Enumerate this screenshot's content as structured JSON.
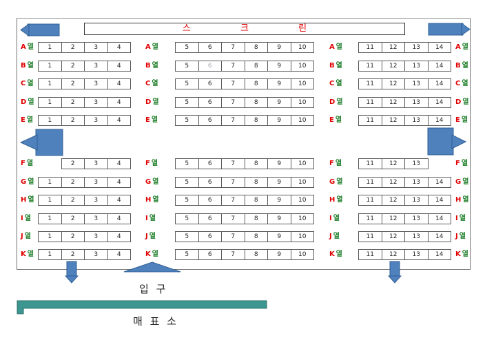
{
  "screen_label": "스 크 린",
  "row_suffix": "열",
  "entry_label": "입 구",
  "ticket_label": "매 표 소",
  "colors": {
    "row_letter": "#e00000",
    "row_suffix": "#1f7f2a",
    "arrow_fill": "#4f81bd",
    "arrow_stroke": "#2f5f96",
    "ticket_bar": "#3d9690"
  },
  "rows": [
    {
      "letter": "A",
      "left": [
        "1",
        "2",
        "3",
        "4"
      ],
      "center": [
        "5",
        "6",
        "7",
        "8",
        "9",
        "10"
      ],
      "right": [
        "11",
        "12",
        "13",
        "14"
      ]
    },
    {
      "letter": "B",
      "left": [
        "1",
        "2",
        "3",
        "4"
      ],
      "center": [
        "5",
        "6",
        "7",
        "8",
        "9",
        "10"
      ],
      "right": [
        "11",
        "12",
        "13",
        "14"
      ],
      "dim_seats": [
        "6"
      ]
    },
    {
      "letter": "C",
      "left": [
        "1",
        "2",
        "3",
        "4"
      ],
      "center": [
        "5",
        "6",
        "7",
        "8",
        "9",
        "10"
      ],
      "right": [
        "11",
        "12",
        "13",
        "14"
      ]
    },
    {
      "letter": "D",
      "left": [
        "1",
        "2",
        "3",
        "4"
      ],
      "center": [
        "5",
        "6",
        "7",
        "8",
        "9",
        "10"
      ],
      "right": [
        "11",
        "12",
        "13",
        "14"
      ]
    },
    {
      "letter": "E",
      "left": [
        "1",
        "2",
        "3",
        "4"
      ],
      "center": [
        "5",
        "6",
        "7",
        "8",
        "9",
        "10"
      ],
      "right": [
        "11",
        "12",
        "13",
        "14"
      ]
    },
    {
      "letter": "F",
      "left": [
        "2",
        "3",
        "4"
      ],
      "center": [
        "5",
        "6",
        "7",
        "8",
        "9",
        "10"
      ],
      "right": [
        "11",
        "12",
        "13"
      ]
    },
    {
      "letter": "G",
      "left": [
        "1",
        "2",
        "3",
        "4"
      ],
      "center": [
        "5",
        "6",
        "7",
        "8",
        "9",
        "10"
      ],
      "right": [
        "11",
        "12",
        "13",
        "14"
      ]
    },
    {
      "letter": "H",
      "left": [
        "1",
        "2",
        "3",
        "4"
      ],
      "center": [
        "5",
        "6",
        "7",
        "8",
        "9",
        "10"
      ],
      "right": [
        "11",
        "12",
        "13",
        "14"
      ]
    },
    {
      "letter": "I",
      "left": [
        "1",
        "2",
        "3",
        "4"
      ],
      "center": [
        "5",
        "6",
        "7",
        "8",
        "9",
        "10"
      ],
      "right": [
        "11",
        "12",
        "13",
        "14"
      ]
    },
    {
      "letter": "J",
      "left": [
        "1",
        "2",
        "3",
        "4"
      ],
      "center": [
        "5",
        "6",
        "7",
        "8",
        "9",
        "10"
      ],
      "right": [
        "11",
        "12",
        "13",
        "14"
      ]
    },
    {
      "letter": "K",
      "left": [
        "1",
        "2",
        "3",
        "4"
      ],
      "center": [
        "5",
        "6",
        "7",
        "8",
        "9",
        "10"
      ],
      "right": [
        "11",
        "12",
        "13",
        "14"
      ]
    }
  ]
}
